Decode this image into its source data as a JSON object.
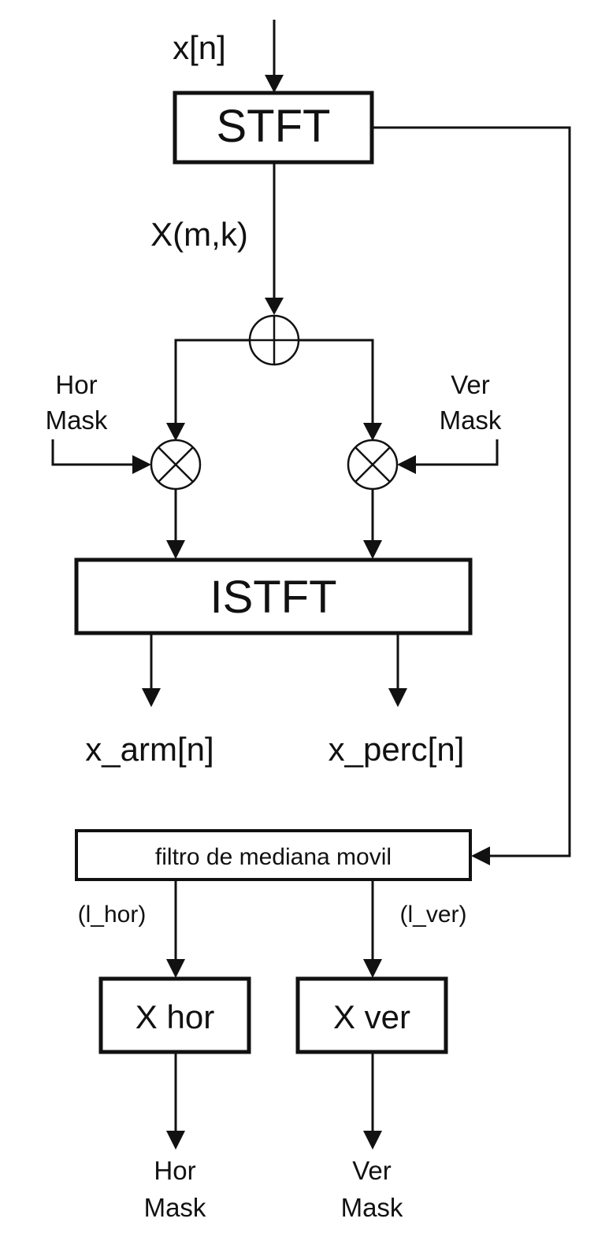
{
  "diagram": {
    "input_label": "x[n]",
    "stft_label": "STFT",
    "spectrum_label": "X(m,k)",
    "hor_mask_in": [
      "Hor",
      "Mask"
    ],
    "ver_mask_in": [
      "Ver",
      "Mask"
    ],
    "istft_label": "ISTFT",
    "out_harmonic": "x_arm[n]",
    "out_percussive": "x_perc[n]",
    "median_filter_label": "filtro de mediana movil",
    "l_hor_label": "(l_hor)",
    "l_ver_label": "(l_ver)",
    "x_hor_label": "X hor",
    "x_ver_label": "X ver",
    "hor_mask_out": [
      "Hor",
      "Mask"
    ],
    "ver_mask_out": [
      "Ver",
      "Mask"
    ]
  }
}
